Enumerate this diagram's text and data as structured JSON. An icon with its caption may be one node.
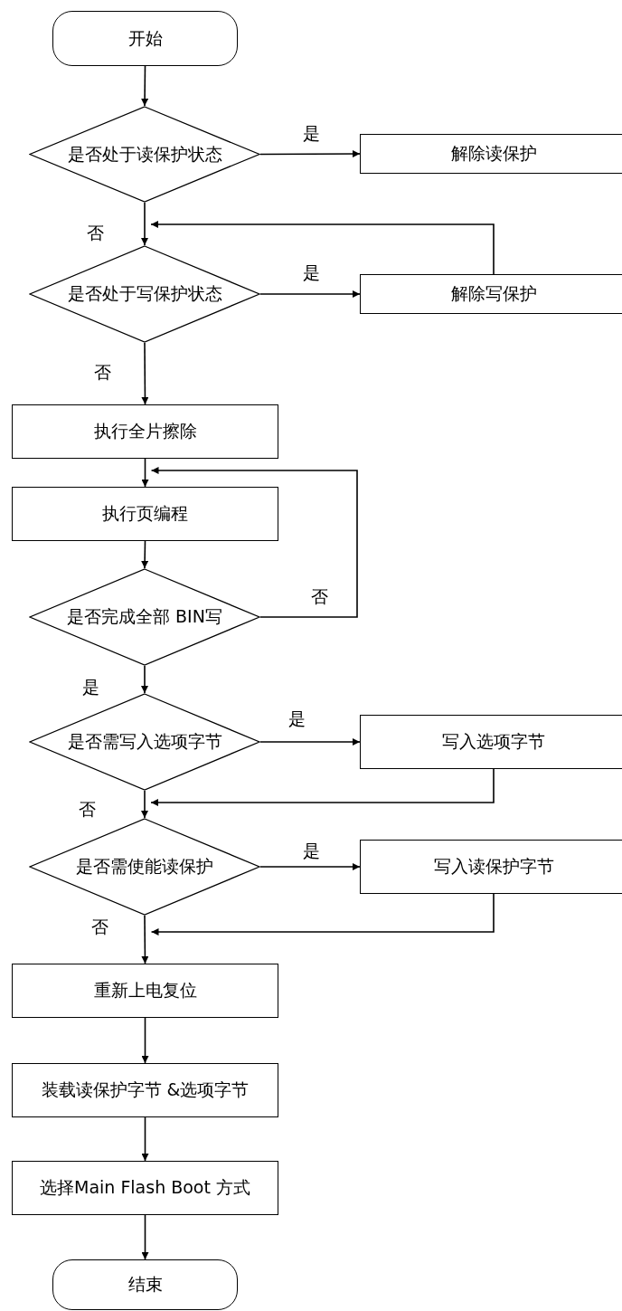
{
  "diagram": {
    "nodes": [
      {
        "text": [
          "开始"
        ]
      },
      {
        "text": [
          "是否处于读保护状态"
        ]
      },
      {
        "text": [
          "解除读保护"
        ]
      },
      {
        "text": [
          "是否处于写保护状态"
        ]
      },
      {
        "text": [
          "解除写保护"
        ]
      },
      {
        "text": [
          "执行全片擦除"
        ]
      },
      {
        "text": [
          "执行页编程"
        ]
      },
      {
        "text": [
          "是否完成全部 BIN写"
        ]
      },
      {
        "text": [
          "是否需写入选项字节"
        ]
      },
      {
        "text": [
          "写入选项字节"
        ]
      },
      {
        "text": [
          "是否需使能读保护"
        ]
      },
      {
        "text": [
          "写入读保护字节"
        ]
      },
      {
        "text": [
          "重新上电复位"
        ]
      },
      {
        "text": [
          "装载读保护字节 &选项字节"
        ]
      },
      {
        "text": [
          "选择Main Flash Boot 方式"
        ]
      },
      {
        "text": [
          "结束"
        ]
      }
    ],
    "edges": [
      {
        "from": 0,
        "to": 1,
        "arrow": "to"
      },
      {
        "from": 1,
        "to": 2,
        "arrow": "to",
        "label": "是"
      },
      {
        "from": 1,
        "to": 3,
        "arrow": "to",
        "label": "否"
      },
      {
        "from": 3,
        "to": 4,
        "arrow": "to",
        "label": "是"
      },
      {
        "from": 4,
        "to": 3,
        "arrow": "to"
      },
      {
        "from": 3,
        "to": 5,
        "arrow": "to",
        "label": "否"
      },
      {
        "from": 5,
        "to": 6,
        "arrow": "to"
      },
      {
        "from": 6,
        "to": 7,
        "arrow": "to"
      },
      {
        "from": 7,
        "to": 6,
        "arrow": "to",
        "label": "否"
      },
      {
        "from": 7,
        "to": 8,
        "arrow": "to",
        "label": "是"
      },
      {
        "from": 8,
        "to": 9,
        "arrow": "to",
        "label": "是"
      },
      {
        "from": 8,
        "to": 10,
        "arrow": "to",
        "label": "否"
      },
      {
        "from": 9,
        "to": 10,
        "arrow": "to"
      },
      {
        "from": 10,
        "to": 11,
        "arrow": "to",
        "label": "是"
      },
      {
        "from": 10,
        "to": 12,
        "arrow": "to",
        "label": "否"
      },
      {
        "from": 11,
        "to": 12,
        "arrow": "to"
      },
      {
        "from": 12,
        "to": 13,
        "arrow": "to"
      },
      {
        "from": 13,
        "to": 14,
        "arrow": "to"
      },
      {
        "from": 14,
        "to": 15,
        "arrow": "to"
      }
    ]
  }
}
